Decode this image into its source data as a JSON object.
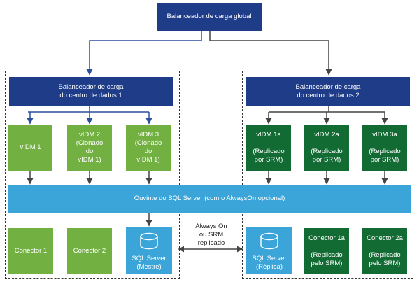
{
  "global_lb": "Balanceador de carga global",
  "dc1": {
    "lb": "Balanceador de carga\ndo centro de dados 1",
    "nodes": [
      "vIDM 1",
      "vIDM 2\n(Clonado\ndo\nvIDM 1)",
      "vIDM 3\n(Clonado\ndo\nvIDM 1)"
    ],
    "connectors": [
      "Conector 1",
      "Conector 2"
    ],
    "sql": "SQL Server\n(Mestre)"
  },
  "dc2": {
    "lb": "Balanceador de carga\ndo centro de dados 2",
    "nodes": [
      "vIDM 1a\n\n(Replicado\npor SRM)",
      "vIDM 2a\n\n(Replicado\npor SRM)",
      "vIDM 3a\n\n(Replicado\npor SRM)"
    ],
    "sql": "SQL Server\n(Réplica)",
    "connectors": [
      "Conector 1a\n\n(Replicado\npelo SRM)",
      "Conector 2a\n\n(Replicado\npelo SRM)"
    ]
  },
  "listener": "Ouvinte do SQL Server (com o AlwaysOn opcional)",
  "replication_label": "Always On\nou SRM\nreplicado",
  "colors": {
    "lb": "#1f3c88",
    "dc1_nodes": "#72b041",
    "dc2_nodes": "#136b34",
    "listener": "#3ba5d9",
    "arrow_blue": "#2a4f9c",
    "arrow_gray": "#444444"
  }
}
